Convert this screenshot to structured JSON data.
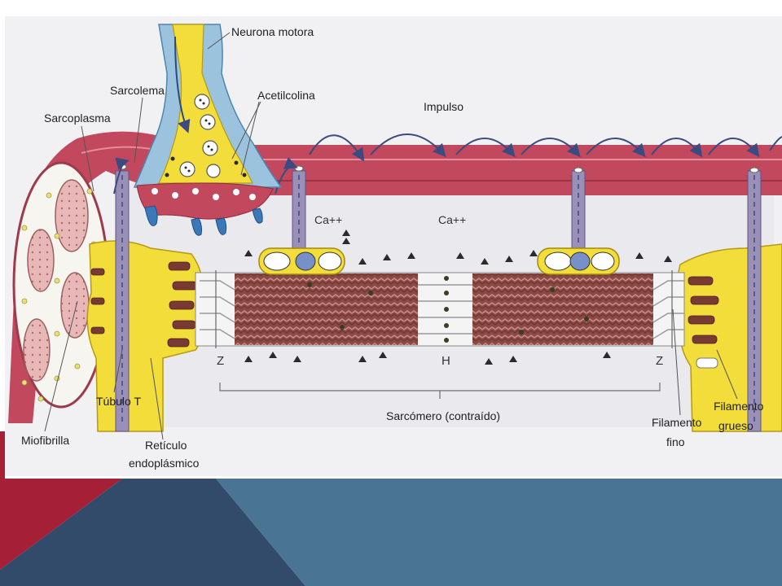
{
  "labels": {
    "neurona_motora": "Neurona motora",
    "sarcolema": "Sarcolema",
    "acetilcolina": "Acetilcolina",
    "sarcoplasma": "Sarcoplasma",
    "impulso": "Impulso",
    "ca_left": "Ca++",
    "ca_center": "Ca++",
    "z_left": "Z",
    "h_band": "H",
    "z_right": "Z",
    "tubulo_t": "Túbulo T",
    "sarcomero": "Sarcómero (contraído)",
    "miofibrilla": "Miofibrilla",
    "reticulo_line1": "Retículo",
    "reticulo_line2": "endoplásmico",
    "filamento_fino_line1": "Filamento",
    "filamento_fino_line2": "fino",
    "filamento_grueso_line1": "Filamento",
    "filamento_grueso_line2": "grueso"
  },
  "colors": {
    "sarcolemma": "#c2485e",
    "neuron_yellow": "#f2dd3a",
    "neuron_blue": "#9cc3dd",
    "t_tubule": "#9a8fb6",
    "sarcomere": "#8a4a44",
    "diagram_bg": "#f1f1f3",
    "footer_red": "#a51f36",
    "footer_navy": "#334b6b",
    "footer_steel": "#4a7494"
  }
}
